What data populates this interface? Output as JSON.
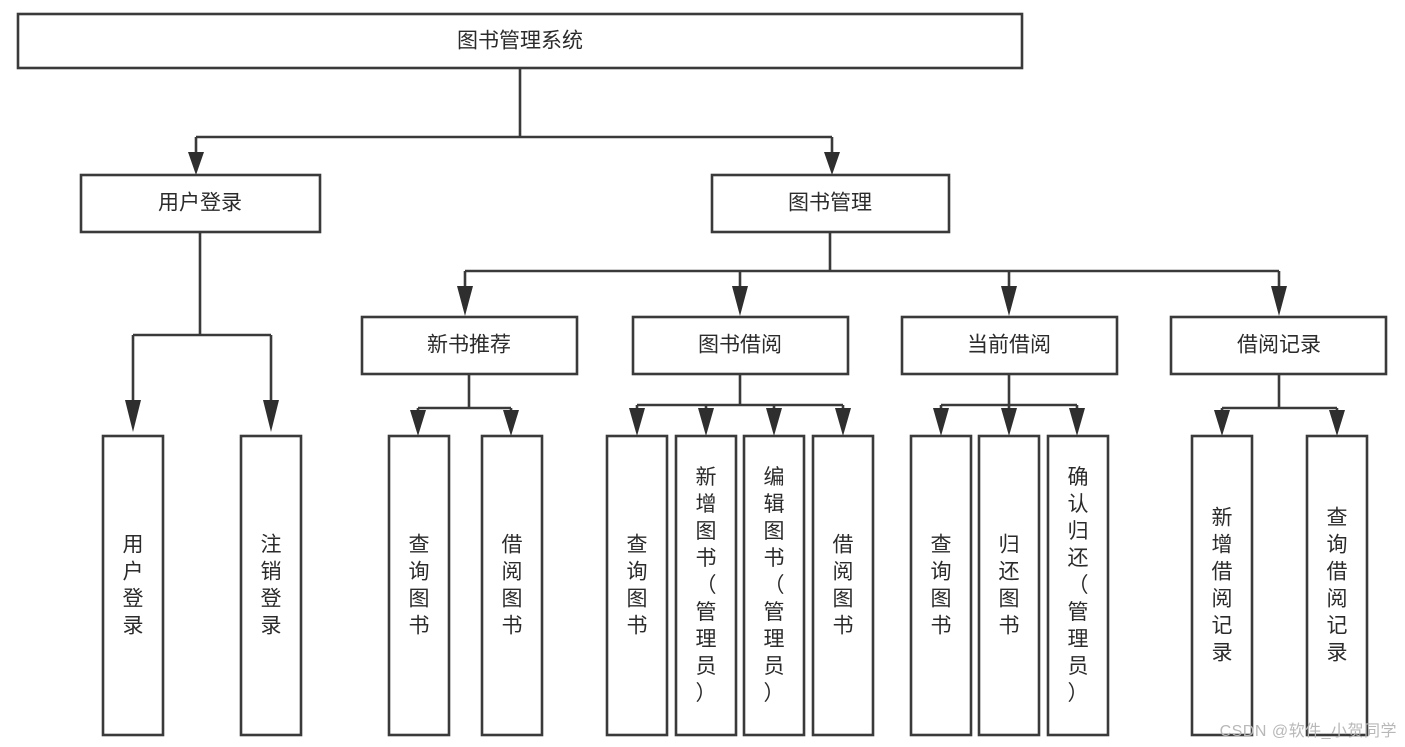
{
  "diagram": {
    "type": "hierarchy-tree",
    "title": "图书管理系统",
    "watermark": "CSDN @软件_小贺同学",
    "colors": {
      "stroke": "#3a3a3a",
      "box_fill": "#ffffff",
      "text": "#2b2b2b",
      "background": "#ffffff",
      "watermark": "#b8b8b8"
    },
    "levels": [
      {
        "level": 1,
        "nodes": [
          {
            "id": "root",
            "label": "图书管理系统",
            "orientation": "horizontal"
          }
        ]
      },
      {
        "level": 2,
        "nodes": [
          {
            "id": "user-login",
            "label": "用户登录",
            "orientation": "horizontal",
            "parent": "root"
          },
          {
            "id": "book-mgmt",
            "label": "图书管理",
            "orientation": "horizontal",
            "parent": "root"
          }
        ]
      },
      {
        "level": 3,
        "nodes": [
          {
            "id": "new-book-rec",
            "label": "新书推荐",
            "orientation": "horizontal",
            "parent": "book-mgmt"
          },
          {
            "id": "book-borrow",
            "label": "图书借阅",
            "orientation": "horizontal",
            "parent": "book-mgmt"
          },
          {
            "id": "current-borrow",
            "label": "当前借阅",
            "orientation": "horizontal",
            "parent": "book-mgmt"
          },
          {
            "id": "borrow-record",
            "label": "借阅记录",
            "orientation": "horizontal",
            "parent": "book-mgmt"
          }
        ]
      },
      {
        "level": 4,
        "nodes": [
          {
            "id": "leaf-1",
            "label": "用户登录",
            "orientation": "vertical",
            "parent": "user-login"
          },
          {
            "id": "leaf-2",
            "label": "注销登录",
            "orientation": "vertical",
            "parent": "user-login"
          },
          {
            "id": "leaf-3",
            "label": "查询图书",
            "orientation": "vertical",
            "parent": "new-book-rec"
          },
          {
            "id": "leaf-4",
            "label": "借阅图书",
            "orientation": "vertical",
            "parent": "new-book-rec"
          },
          {
            "id": "leaf-5",
            "label": "查询图书",
            "orientation": "vertical",
            "parent": "book-borrow"
          },
          {
            "id": "leaf-6",
            "label": "新增图书（管理员）",
            "orientation": "vertical",
            "parent": "book-borrow"
          },
          {
            "id": "leaf-7",
            "label": "编辑图书（管理员）",
            "orientation": "vertical",
            "parent": "book-borrow"
          },
          {
            "id": "leaf-8",
            "label": "借阅图书",
            "orientation": "vertical",
            "parent": "book-borrow"
          },
          {
            "id": "leaf-9",
            "label": "查询图书",
            "orientation": "vertical",
            "parent": "current-borrow"
          },
          {
            "id": "leaf-10",
            "label": "归还图书",
            "orientation": "vertical",
            "parent": "current-borrow"
          },
          {
            "id": "leaf-11",
            "label": "确认归还（管理员）",
            "orientation": "vertical",
            "parent": "current-borrow"
          },
          {
            "id": "leaf-12",
            "label": "新增借阅记录",
            "orientation": "vertical",
            "parent": "borrow-record"
          },
          {
            "id": "leaf-13",
            "label": "查询借阅记录",
            "orientation": "vertical",
            "parent": "borrow-record"
          }
        ]
      }
    ]
  }
}
